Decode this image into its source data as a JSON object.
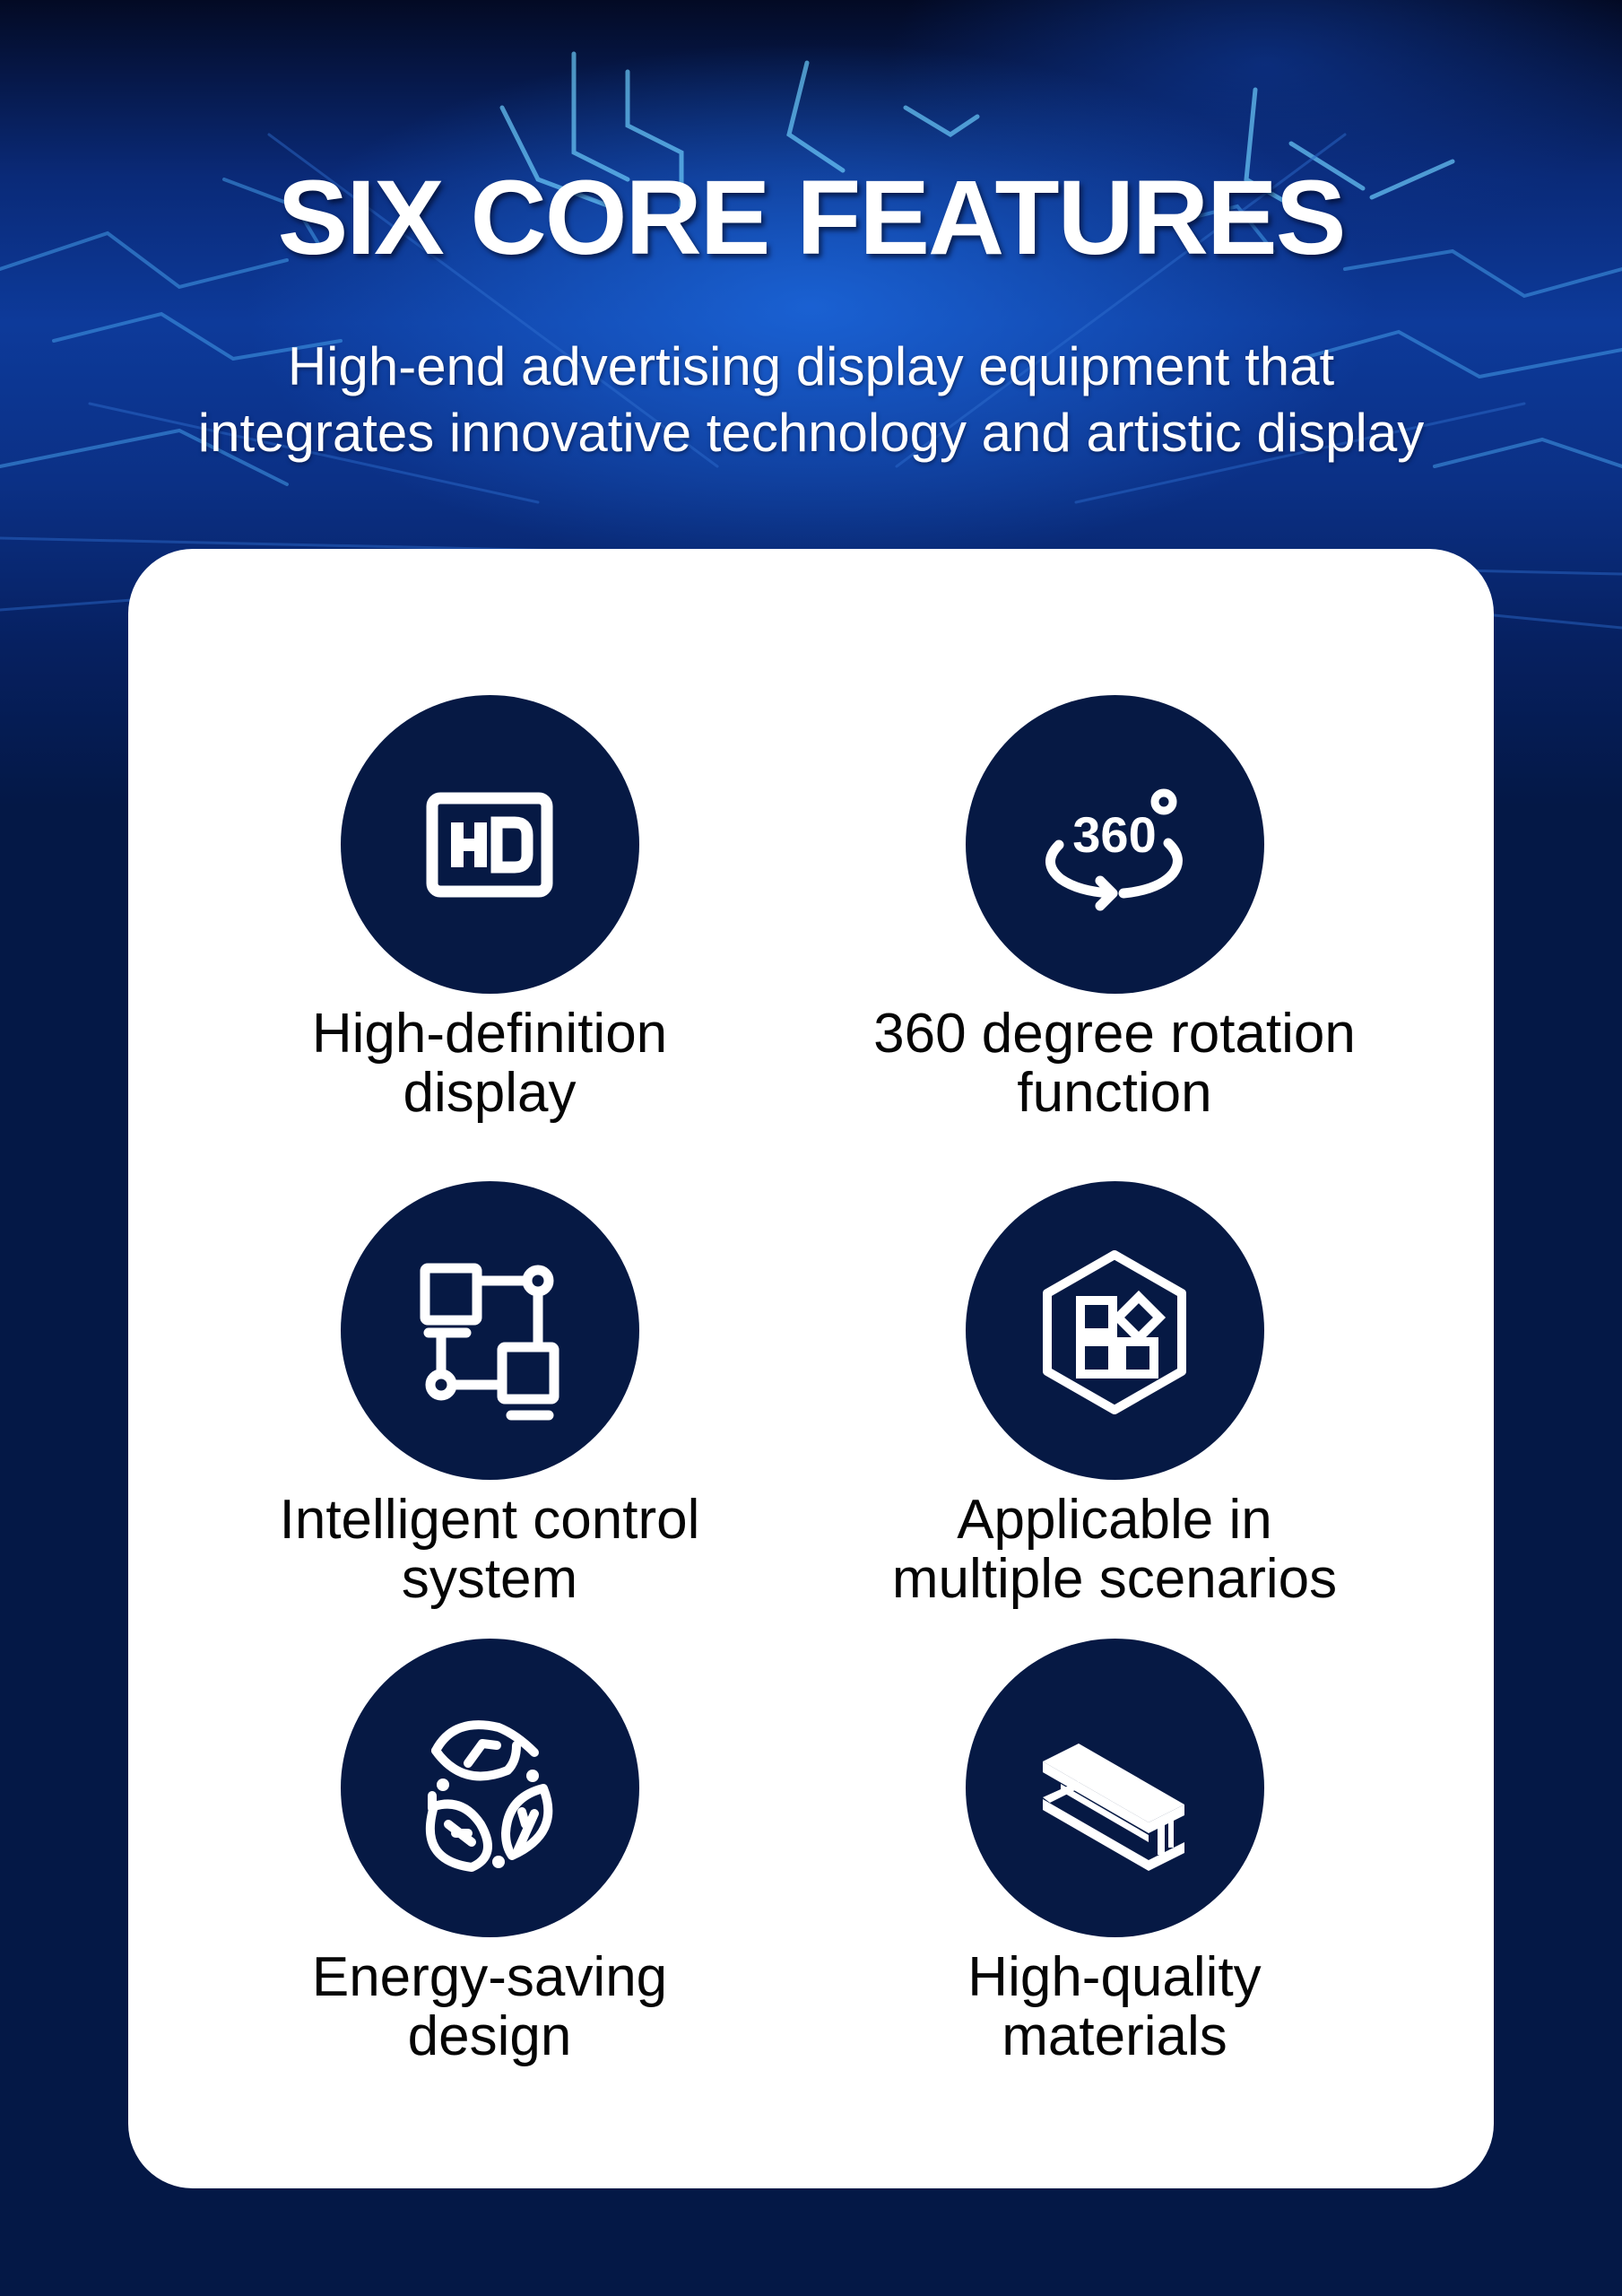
{
  "header": {
    "title": "SIX CORE FEATURES",
    "subtitle_lines": [
      "High-end advertising display equipment that",
      "integrates innovative technology and artistic display"
    ]
  },
  "colors": {
    "icon_circle": "#061944",
    "page_background": "#041846",
    "card_background": "#ffffff",
    "label_text": "#050505"
  },
  "features": [
    {
      "icon": "hd-icon",
      "label_lines": [
        "High-definition",
        "display"
      ]
    },
    {
      "icon": "rotate-360-icon",
      "label_lines": [
        "360 degree rotation",
        "function"
      ]
    },
    {
      "icon": "network-control-icon",
      "label_lines": [
        "Intelligent control",
        "system"
      ]
    },
    {
      "icon": "hexagon-apps-icon",
      "label_lines": [
        "Applicable in",
        "multiple scenarios"
      ]
    },
    {
      "icon": "leaves-cycle-icon",
      "label_lines": [
        "Energy-saving",
        "design"
      ]
    },
    {
      "icon": "steel-beam-icon",
      "label_lines": [
        "High-quality",
        "materials"
      ]
    }
  ]
}
